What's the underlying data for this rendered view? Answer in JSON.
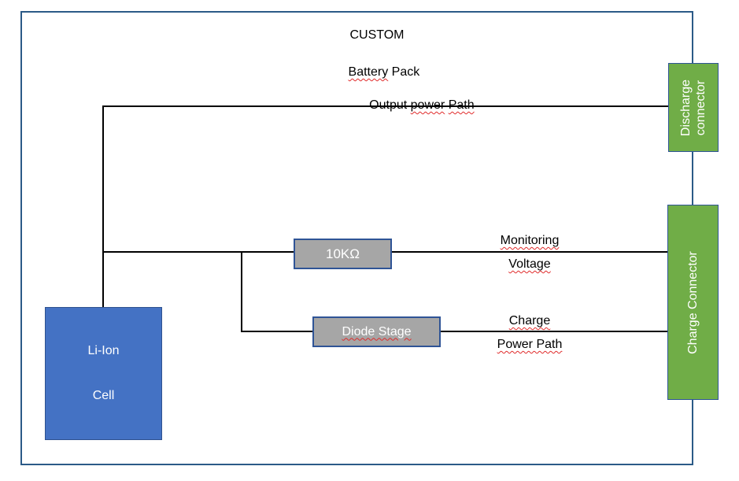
{
  "diagram": {
    "title": {
      "line1": "CUSTOM",
      "line2_word1": "Battery",
      "line2_word2": " Pack"
    },
    "output_label": {
      "word1": "Output ",
      "word2": "power",
      "word3": " ",
      "word4": "Path"
    },
    "monitoring_label": {
      "line1": "Monitoring",
      "line2": "Voltage"
    },
    "charge_label": {
      "line1": "Charge",
      "line2": "Power Path"
    },
    "boxes": {
      "li_ion": {
        "line1": "Li-Ion",
        "line2": "Cell"
      },
      "resistor": {
        "label": "10KΩ"
      },
      "diode": {
        "label": "Diode Stage"
      },
      "discharge_connector": {
        "line1": "Discharge",
        "line2": "connector"
      },
      "charge_connector": {
        "label": "Charge Connector"
      }
    },
    "colors": {
      "frame_border": "#2B5A87",
      "box_border": "#2F5496",
      "cell_fill": "#4472C4",
      "component_fill": "#A6A6A6",
      "connector_fill": "#70AD47",
      "wire": "#000000",
      "box_text": "#FFFFFF",
      "label_text": "#000000",
      "spellcheck_squiggle": "#E02B2B"
    }
  }
}
